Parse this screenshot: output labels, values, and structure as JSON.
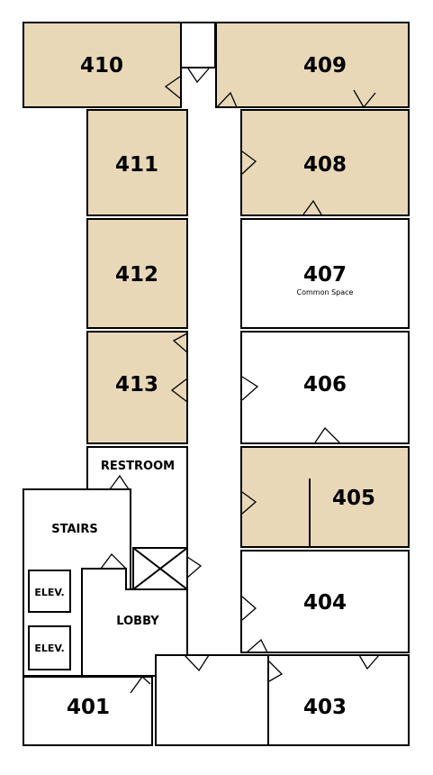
{
  "colors": {
    "assigned_room": "#e8d8b8",
    "open_room": "#ffffff",
    "wall": "#000000"
  },
  "rooms": {
    "r410": {
      "number": "410"
    },
    "r409": {
      "number": "409"
    },
    "r411": {
      "number": "411"
    },
    "r408": {
      "number": "408"
    },
    "r412": {
      "number": "412"
    },
    "r407": {
      "number": "407",
      "subtitle": "Common Space"
    },
    "r413": {
      "number": "413"
    },
    "r406": {
      "number": "406"
    },
    "r405": {
      "number": "405"
    },
    "r404": {
      "number": "404"
    },
    "r403": {
      "number": "403"
    },
    "r401": {
      "number": "401"
    }
  },
  "areas": {
    "restroom": "RESTROOM",
    "stairs": "STAIRS",
    "elevator_1": "ELEV.",
    "elevator_2": "ELEV.",
    "lobby": "LOBBY"
  }
}
